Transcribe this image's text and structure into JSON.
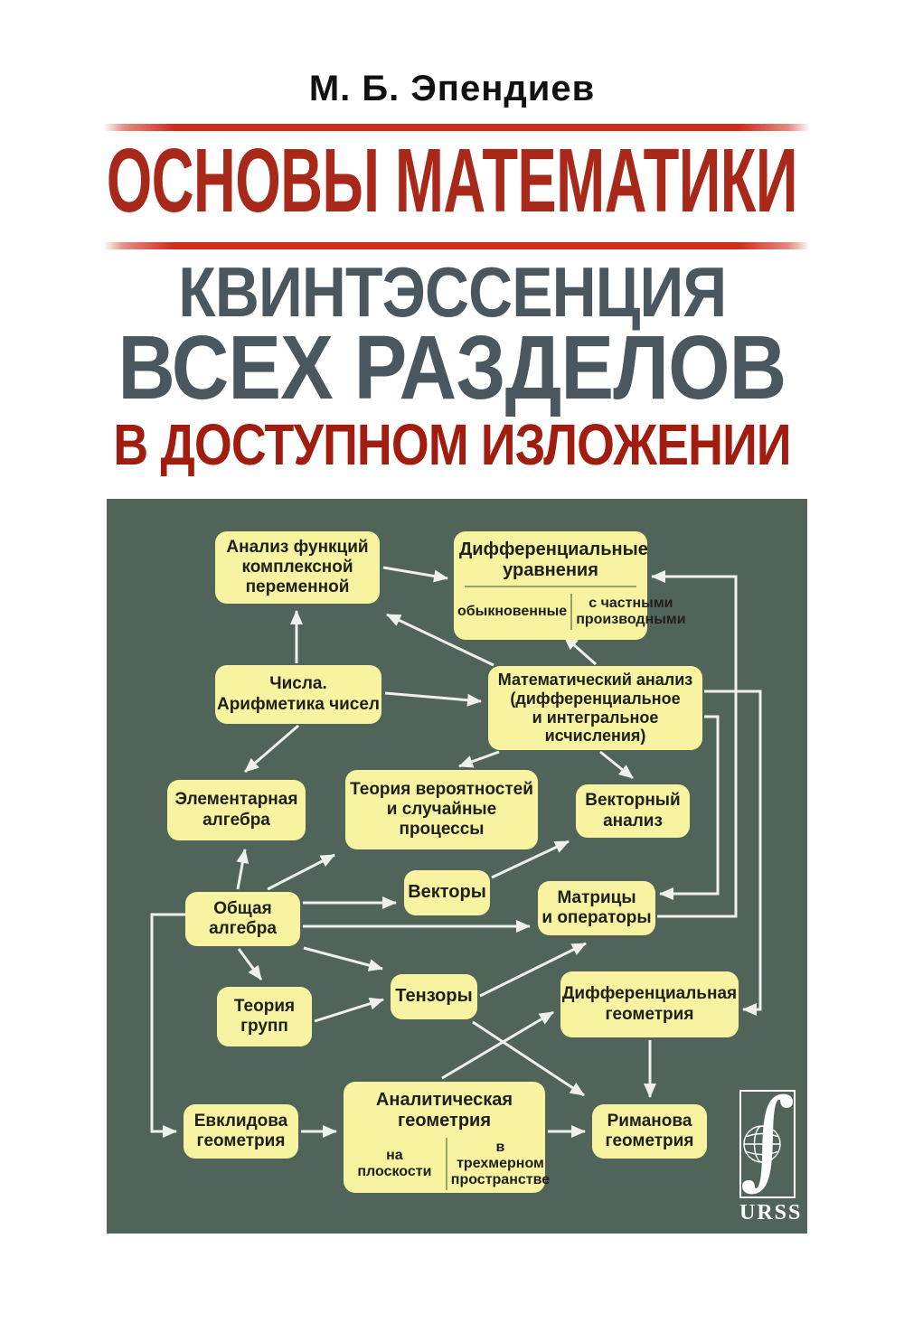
{
  "colors": {
    "author_text": "#111111",
    "accent_red": "#cf2d1e",
    "title_red": "#a8281a",
    "subtitle_slate": "#4a575f",
    "subtitle_red": "#a01d10",
    "panel_bg": "#516459",
    "box_bg": "#f7f3a1",
    "box_text": "#20201a",
    "divider_olive": "#9da063",
    "arrow": "#edf1ea"
  },
  "cover": {
    "author": "М. Б. Эпендиев",
    "title": "ОСНОВЫ МАТЕМАТИКИ",
    "subtitle_line1": "КВИНТЭССЕНЦИЯ",
    "subtitle_line2": "ВСЕХ РАЗДЕЛОВ",
    "subtitle_line3": "В ДОСТУПНОМ ИЗЛОЖЕНИИ"
  },
  "publisher": {
    "logo_text": "URSS",
    "integral_icon": "∫"
  },
  "diagram": {
    "nodes": {
      "complex_analysis": {
        "label": "Анализ функций\nкомплексной\nпеременной"
      },
      "diff_equations": {
        "title": "Дифференциальные\nуравнения",
        "left": "обыкновенные",
        "right": "с частными\nпроизводными"
      },
      "numbers": {
        "label": "Числа.\nАрифметика чисел"
      },
      "math_analysis": {
        "label": "Математический анализ\n(дифференциальное\nи интегральное\nисчисления)"
      },
      "elementary_algebra": {
        "label": "Элементарная\nалгебра"
      },
      "probability": {
        "label": "Теория вероятностей\nи случайные\nпроцессы"
      },
      "vector_analysis": {
        "label": "Векторный\nанализ"
      },
      "vectors": {
        "label": "Векторы"
      },
      "general_algebra": {
        "label": "Общая\nалгебра"
      },
      "matrices": {
        "label": "Матрицы\nи операторы"
      },
      "tensors": {
        "label": "Тензоры"
      },
      "diff_geometry": {
        "label": "Дифференциальная\nгеометрия"
      },
      "group_theory": {
        "label": "Теория\nгрупп"
      },
      "euclidean_geometry": {
        "label": "Евклидова\nгеометрия"
      },
      "analytic_geometry": {
        "title": "Аналитическая\nгеометрия",
        "left": "на плоскости",
        "right": "в трехмерном\nпространстве"
      },
      "riemannian_geometry": {
        "label": "Риманова\nгеометрия"
      }
    },
    "edges": [
      {
        "from": "complex_analysis",
        "to": "diff_equations"
      },
      {
        "from": "math_analysis",
        "to": "complex_analysis"
      },
      {
        "from": "numbers",
        "to": "complex_analysis"
      },
      {
        "from": "numbers",
        "to": "math_analysis"
      },
      {
        "from": "numbers",
        "to": "elementary_algebra"
      },
      {
        "from": "math_analysis",
        "to": "diff_equations"
      },
      {
        "from": "math_analysis",
        "to": "probability"
      },
      {
        "from": "math_analysis",
        "to": "vector_analysis"
      },
      {
        "from": "vectors",
        "to": "vector_analysis"
      },
      {
        "from": "general_algebra",
        "to": "elementary_algebra"
      },
      {
        "from": "general_algebra",
        "to": "probability"
      },
      {
        "from": "general_algebra",
        "to": "vectors"
      },
      {
        "from": "general_algebra",
        "to": "matrices"
      },
      {
        "from": "general_algebra",
        "to": "tensors"
      },
      {
        "from": "general_algebra",
        "to": "group_theory"
      },
      {
        "from": "group_theory",
        "to": "tensors"
      },
      {
        "from": "tensors",
        "to": "matrices"
      },
      {
        "from": "tensors",
        "to": "riemannian_geometry"
      },
      {
        "from": "analytic_geometry",
        "to": "diff_geometry"
      },
      {
        "from": "diff_geometry",
        "to": "riemannian_geometry"
      },
      {
        "from": "analytic_geometry",
        "to": "riemannian_geometry"
      },
      {
        "from": "euclidean_geometry",
        "to": "analytic_geometry"
      },
      {
        "from": "general_algebra",
        "to": "euclidean_geometry"
      },
      {
        "from": "math_analysis",
        "to": "diff_geometry"
      },
      {
        "from": "math_analysis",
        "to": "matrices"
      },
      {
        "from": "matrices",
        "to": "diff_equations"
      }
    ]
  }
}
